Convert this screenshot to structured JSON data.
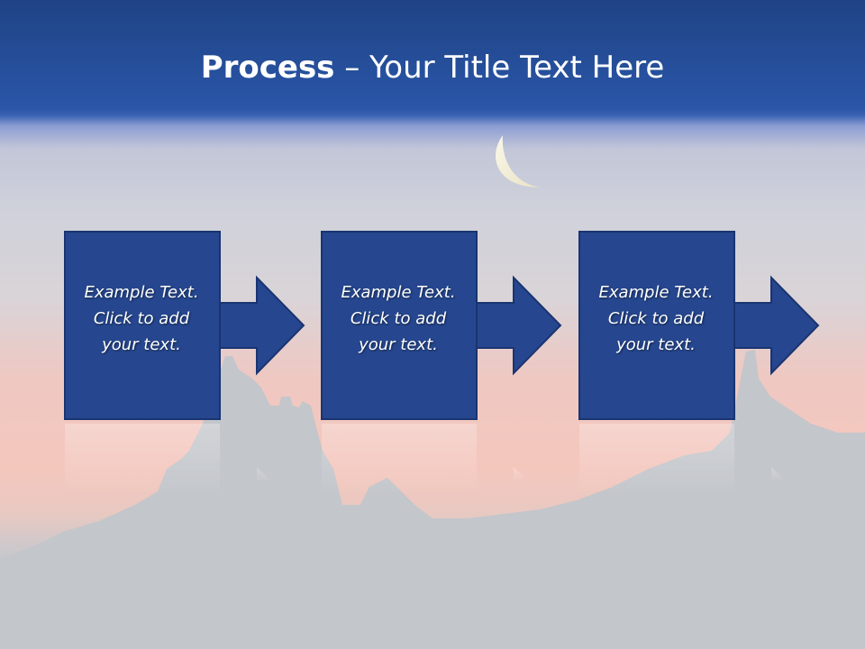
{
  "slide": {
    "title_bold": "Process",
    "title_rest": " – Your Title Text Here"
  },
  "steps": [
    {
      "lines": [
        "Example Text.",
        "Click  to add",
        "your text."
      ]
    },
    {
      "lines": [
        "Example Text.",
        "Click  to add",
        "your text."
      ]
    },
    {
      "lines": [
        "Example Text.",
        "Click  to add",
        "your text."
      ]
    }
  ],
  "colors": {
    "header_blue": "#2a56a8",
    "box_fill": "#26478f",
    "box_border": "#1a3470",
    "title_text": "#ffffff"
  }
}
